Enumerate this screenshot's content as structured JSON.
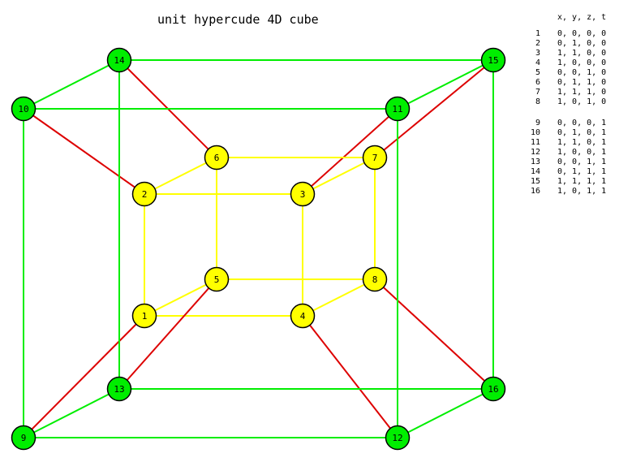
{
  "title": "unit   hypercude  4D cube",
  "colors": {
    "outer": "#00ee00",
    "inner": "#ffff00",
    "connector": "#dd0000",
    "outline": "#000000"
  },
  "nodes": [
    {
      "id": "1",
      "x": 0,
      "y": 0,
      "z": 0,
      "t": 0,
      "ring": "inner"
    },
    {
      "id": "2",
      "x": 0,
      "y": 1,
      "z": 0,
      "t": 0,
      "ring": "inner"
    },
    {
      "id": "3",
      "x": 1,
      "y": 1,
      "z": 0,
      "t": 0,
      "ring": "inner"
    },
    {
      "id": "4",
      "x": 1,
      "y": 0,
      "z": 0,
      "t": 0,
      "ring": "inner"
    },
    {
      "id": "5",
      "x": 0,
      "y": 0,
      "z": 1,
      "t": 0,
      "ring": "inner"
    },
    {
      "id": "6",
      "x": 0,
      "y": 1,
      "z": 1,
      "t": 0,
      "ring": "inner"
    },
    {
      "id": "7",
      "x": 1,
      "y": 1,
      "z": 1,
      "t": 0,
      "ring": "inner"
    },
    {
      "id": "8",
      "x": 1,
      "y": 0,
      "z": 1,
      "t": 0,
      "ring": "inner"
    },
    {
      "id": "9",
      "x": 0,
      "y": 0,
      "z": 0,
      "t": 1,
      "ring": "outer"
    },
    {
      "id": "10",
      "x": 0,
      "y": 1,
      "z": 0,
      "t": 1,
      "ring": "outer"
    },
    {
      "id": "11",
      "x": 1,
      "y": 1,
      "z": 0,
      "t": 1,
      "ring": "outer"
    },
    {
      "id": "12",
      "x": 1,
      "y": 0,
      "z": 0,
      "t": 1,
      "ring": "outer"
    },
    {
      "id": "13",
      "x": 0,
      "y": 0,
      "z": 1,
      "t": 1,
      "ring": "outer"
    },
    {
      "id": "14",
      "x": 0,
      "y": 1,
      "z": 1,
      "t": 1,
      "ring": "outer"
    },
    {
      "id": "15",
      "x": 1,
      "y": 1,
      "z": 1,
      "t": 1,
      "ring": "outer"
    },
    {
      "id": "16",
      "x": 1,
      "y": 0,
      "z": 1,
      "t": 1,
      "ring": "outer"
    }
  ],
  "table": {
    "header": "x, y, z, t",
    "group1": [
      {
        "idx": "1",
        "coords": "0, 0, 0, 0"
      },
      {
        "idx": "2",
        "coords": "0, 1, 0, 0"
      },
      {
        "idx": "3",
        "coords": "1, 1, 0, 0"
      },
      {
        "idx": "4",
        "coords": "1, 0, 0, 0"
      },
      {
        "idx": "5",
        "coords": "0, 0, 1, 0"
      },
      {
        "idx": "6",
        "coords": "0, 1, 1, 0"
      },
      {
        "idx": "7",
        "coords": "1, 1, 1, 0"
      },
      {
        "idx": "8",
        "coords": "1, 0, 1, 0"
      }
    ],
    "group2": [
      {
        "idx": "9",
        "coords": "0, 0, 0, 1"
      },
      {
        "idx": "10",
        "coords": "0, 1, 0, 1"
      },
      {
        "idx": "11",
        "coords": "1, 1, 0, 1"
      },
      {
        "idx": "12",
        "coords": "1, 0, 0, 1"
      },
      {
        "idx": "13",
        "coords": "0, 0, 1, 1"
      },
      {
        "idx": "14",
        "coords": "0, 1, 1, 1"
      },
      {
        "idx": "15",
        "coords": "1, 1, 1, 1"
      },
      {
        "idx": "16",
        "coords": "1, 0, 1, 1"
      }
    ]
  }
}
